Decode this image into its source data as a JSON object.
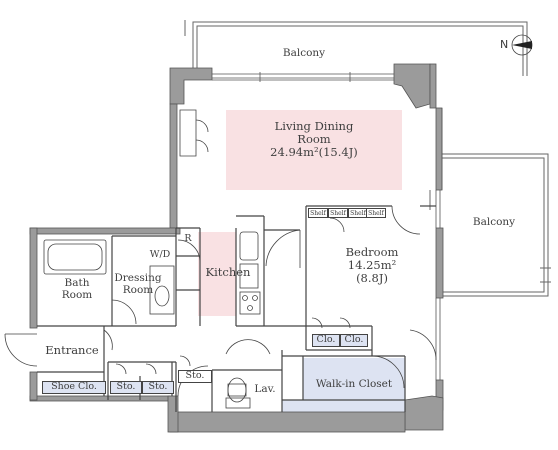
{
  "rooms": {
    "balcony_top": "Balcony",
    "balcony_right": "Balcony",
    "living": {
      "line1": "Living Dining",
      "line2": "Room",
      "area": "24.94m²(15.4J)"
    },
    "bedroom": {
      "name": "Bedroom",
      "area": "14.25m²",
      "tatami": "(8.8J)"
    },
    "kitchen": "Kitchen",
    "refrigerator": "R",
    "washer_dryer": "W/D",
    "dressing": {
      "line1": "Dressing",
      "line2": "Room"
    },
    "bath": {
      "line1": "Bath",
      "line2": "Room"
    },
    "entrance": "Entrance",
    "shoe_closet": "Shoe Clo.",
    "storage_1": "Sto.",
    "storage_2": "Sto.",
    "storage_3": "Sto.",
    "lavatory": "Lav.",
    "walk_in_closet": "Walk-in Closet",
    "closet_1": "Clo.",
    "closet_2": "Clo.",
    "shelves": [
      "Shelf",
      "Shelf",
      "Shelf",
      "Shelf"
    ]
  },
  "compass": {
    "label": "N"
  },
  "colors": {
    "wall": "#9b9b9b",
    "wall_edge": "#555555",
    "line": "#444444",
    "living_fill": "#f9e1e3",
    "kitchen_fill": "#f9e1e3",
    "closet_fill": "#dde3f2"
  }
}
